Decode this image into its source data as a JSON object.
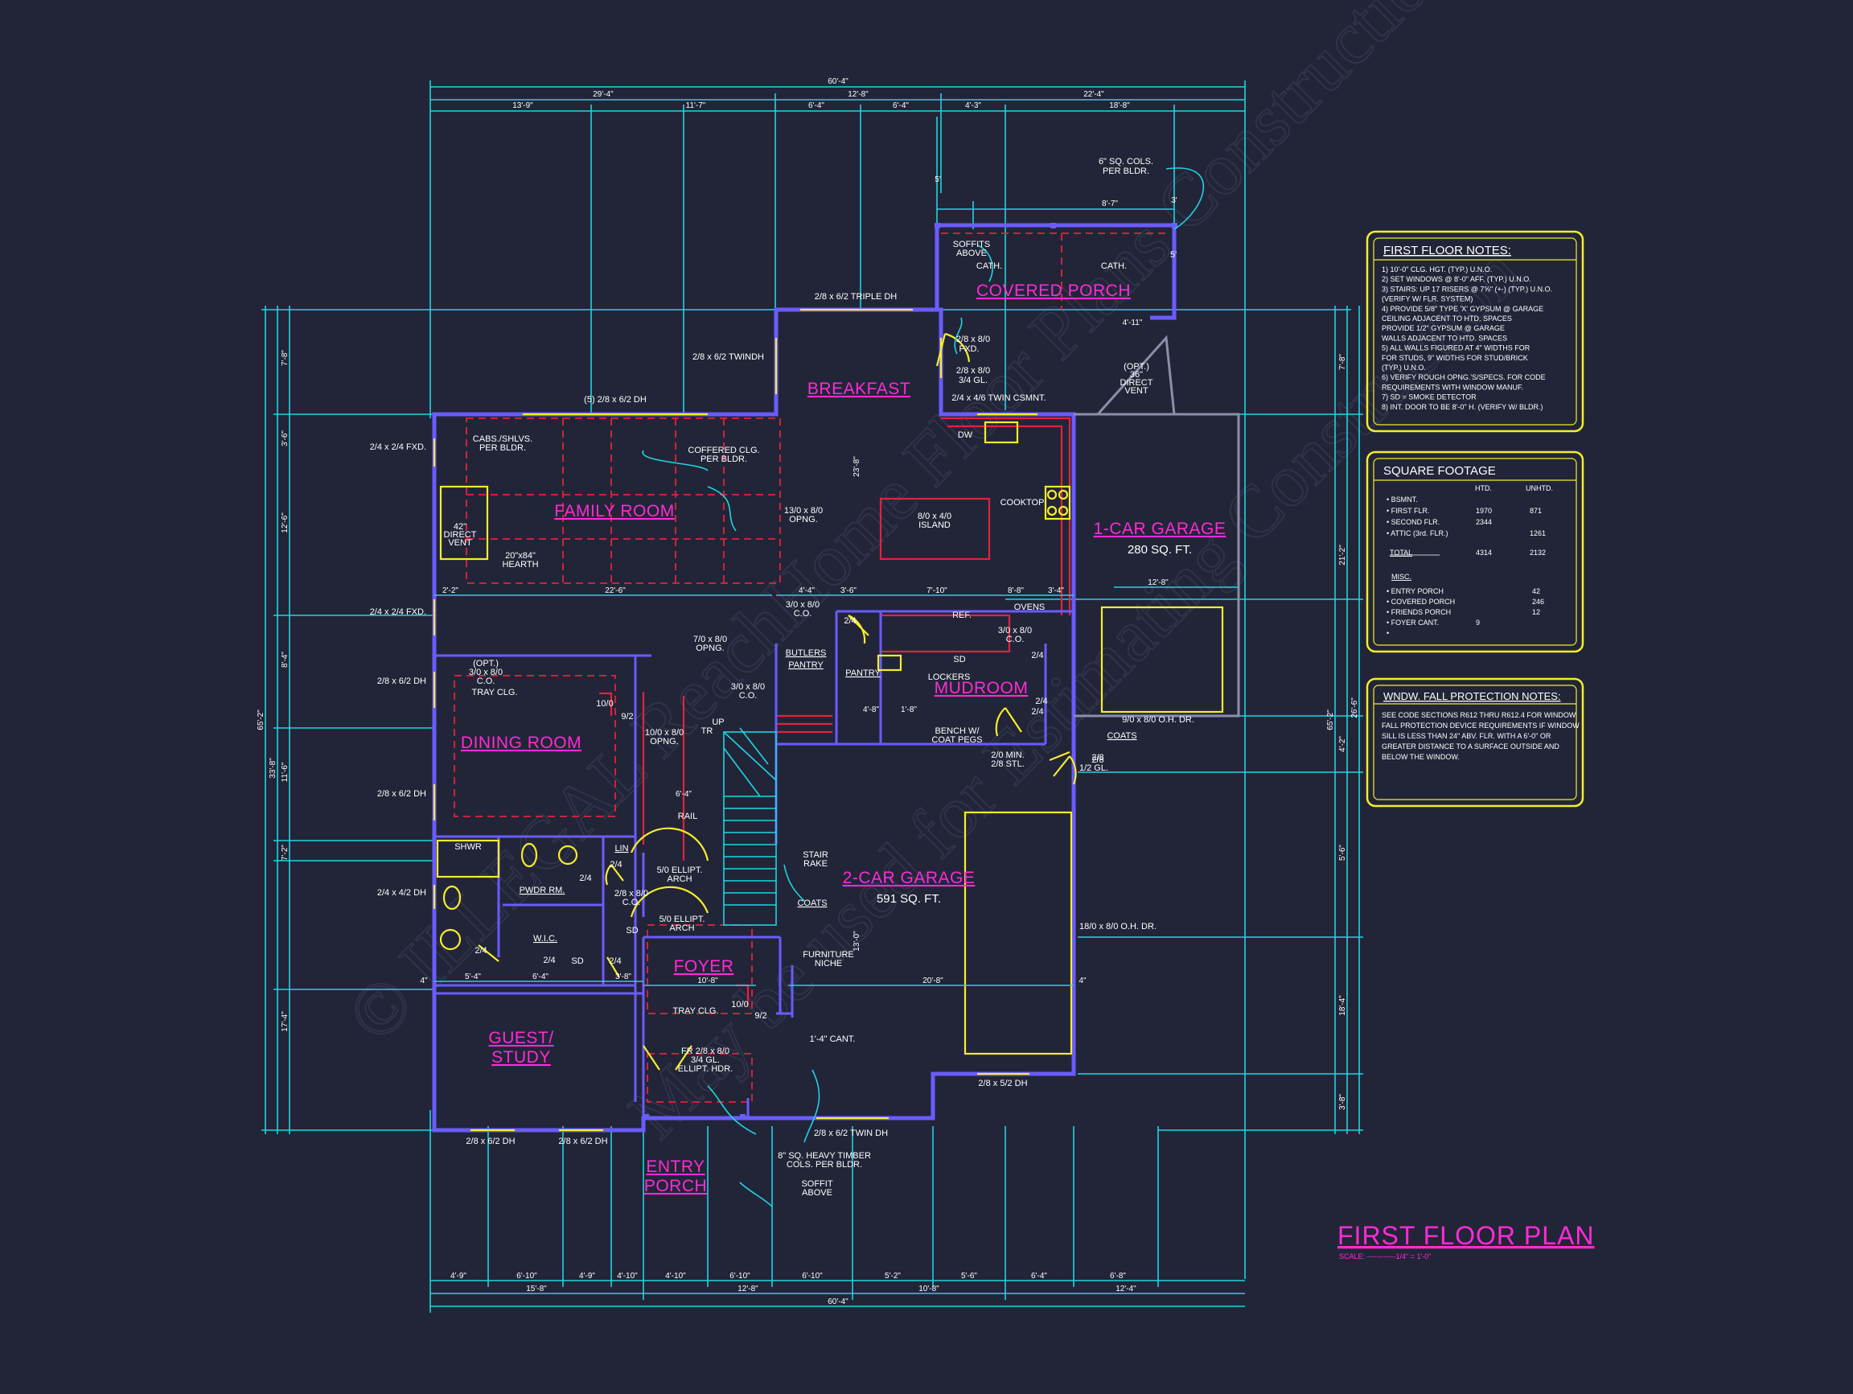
{
  "plan": {
    "title": "FIRST FLOOR PLAN",
    "scale": "SCALE: ------------1/4\" = 1'-0\"",
    "watermark_1": "© ILLEGAL ReachHome Floor Plans Construction",
    "watermark_2": "May be used for Estimating Construction"
  },
  "rooms": {
    "covered_porch": "COVERED PORCH",
    "breakfast": "BREAKFAST",
    "family_room": "FAMILY ROOM",
    "one_car_garage": "1-CAR GARAGE",
    "one_car_garage_sqft": "280 SQ. FT.",
    "dining_room": "DINING ROOM",
    "mudroom": "MUDROOM",
    "two_car_garage": "2-CAR GARAGE",
    "two_car_garage_sqft": "591 SQ. FT.",
    "foyer": "FOYER",
    "guest_study_1": "GUEST/",
    "guest_study_2": "STUDY",
    "entry_porch_1": "ENTRY",
    "entry_porch_2": "PORCH",
    "butlers_pantry_1": "BUTLERS",
    "butlers_pantry_2": "PANTRY",
    "pantry": "PANTRY",
    "powder_room": "PWDR RM.",
    "wic": "W.I.C.",
    "lin": "LIN",
    "coats_1": "COATS",
    "coats_2": "COATS"
  },
  "labels": {
    "sq_cols": "6\" SQ. COLS.",
    "per_bldr": "PER BLDR.",
    "soffits": "SOFFITS",
    "above": "ABOVE",
    "cath_1": "CATH.",
    "cath_2": "CATH.",
    "triple_dh": "2/8 x 6/2 TRIPLE DH",
    "twindh_top": "2/8 x 6/2 TWINDH",
    "five_dh": "(5) 2/8 x 6/2 DH",
    "fxd_side": "2/8 x 8/0",
    "fxd_side2": "FXD.",
    "gl_34": "2/8 x 8/0",
    "gl_34b": "3/4 GL.",
    "twin_csmnt": "2/4 x 4/6 TWIN CSMNT.",
    "direct_vent_a": "(OPT.)",
    "direct_vent_b": "36\"",
    "direct_vent_c": "DIRECT",
    "direct_vent_d": "VENT",
    "fxd_24_1": "2/4 x 2/4 FXD.",
    "cabs_1": "CABS./SHLVS.",
    "cabs_2": "PER BLDR.",
    "coffered_1": "COFFERED CLG.",
    "coffered_2": "PER BLDR.",
    "dw": "DW",
    "cooktop": "COOKTOP",
    "island_1": "8/0 x 4/0",
    "island_2": "ISLAND",
    "opng_1310_a": "13/0 x 8/0",
    "opng_1310_b": "OPNG.",
    "vent42_a": "42\"",
    "vent42_b": "DIRECT",
    "vent42_c": "VENT",
    "hearth_a": "20\"x84\"",
    "hearth_b": "HEARTH",
    "fxd_24_2": "2/4 x 2/4 FXD.",
    "co_310_a": "3/0 x 8/0",
    "co_310_b": "C.O.",
    "ref": "REF.",
    "ovens": "OVENS",
    "co_310_c": "3/0 x 8/0",
    "co_310_d": "C.O.",
    "opng_710_a": "7/0 x 8/0",
    "opng_710_b": "OPNG.",
    "opt_co_a": "(OPT.)",
    "opt_co_b": "3/0 x 8/0",
    "opt_co_c": "C.O.",
    "tray_clg_1": "TRAY CLG.",
    "dh_dining_1": "2/8 x 6/2 DH",
    "dh_dining_2": "2/8 x 6/2 DH",
    "co_310_e": "3/0 x 8/0",
    "co_310_f": "C.O.",
    "lockers": "LOCKERS",
    "bench_1": "BENCH W/",
    "bench_2": "COAT PEGS",
    "garage_door_1": "9/0 x 8/0 O.H. DR.",
    "stl_1": "2/0 MIN.",
    "stl_2": "2/8 STL.",
    "gl_12a": "2/8",
    "gl_12b": "1/2 GL.",
    "opng_1010_a": "10/0 x 8/0",
    "opng_1010_b": "OPNG.",
    "up": "UP",
    "rail": "RAIL",
    "stair_rake_1": "STAIR",
    "stair_rake_2": "RAKE",
    "shwr": "SHWR",
    "dh_42": "2/4 x 4/2 DH",
    "ellipt_arch_1a": "5/0 ELLIPT.",
    "ellipt_arch_1b": "ARCH",
    "co_28_a": "2/8 x 8/0",
    "co_28_b": "C.O.",
    "ellipt_arch_2a": "5/0 ELLIPT.",
    "ellipt_arch_2b": "ARCH",
    "furniture_1": "FURNITURE",
    "furniture_2": "NICHE",
    "garage_door_2": "18/0 x 8/0 O.H. DR.",
    "tray_clg_2": "TRAY CLG.",
    "cant": "1'-4\" CANT.",
    "fr_door_1": "FR 2/8 x 8/0",
    "fr_door_2": "3/4 GL.",
    "fr_door_3": "ELLIPT. HDR.",
    "dh_garage_bot": "2/8 x 5/2 DH",
    "dh_study_1": "2/8 x 6/2 DH",
    "dh_study_2": "2/8 x 6/2 DH",
    "twin_dh_bot": "2/8 x 6/2 TWIN DH",
    "timber_1": "8\" SQ. HEAVY TIMBER",
    "timber_2": "COLS. PER BLDR.",
    "soffit_1": "SOFFIT",
    "soffit_2": "ABOVE",
    "dh_side_1": "2/8 x 6/2 DH",
    "sd": "SD",
    "s_1010": "10/0",
    "s_92": "9/2",
    "s_24a": "2/4",
    "s_24b": "2/4",
    "s_24c": "2/4",
    "s_24d": "2/4",
    "s_24e": "2/4",
    "s_24f": "2/4",
    "s_24g": "2/4",
    "s_24h": "2/4",
    "s_24i": "2/4",
    "s_2o": "2/8",
    "s_92b": "9/2",
    "s_1010b": "10/0",
    "tr": "TR"
  },
  "dimensions": {
    "overall_top": "60'-4\"",
    "top_a": "29'-4\"",
    "top_b": "12'-8\"",
    "top_c": "22'-4\"",
    "top_d1": "13'-9\"",
    "top_d2": "11'-7\"",
    "top_d3": "6'-4\"",
    "top_d4": "6'-4\"",
    "top_d5": "4'-3\"",
    "top_d6": "18'-8\"",
    "porch_w": "8'-7\"",
    "porch_side": "5'",
    "porch_side2": "3'",
    "porch_d1": "4'-11\"",
    "overall_bot": "60'-4\"",
    "bot_a": "15'-8\"",
    "bot_b": "12'-8\"",
    "bot_c": "10'-8\"",
    "bot_d": "12'-4\"",
    "bot_e1": "4'-9\"",
    "bot_e2": "6'-10\"",
    "bot_e3": "4'-9\"",
    "bot_e4": "4'-10\"",
    "bot_e5": "4'-10\"",
    "bot_e6": "6'-10\"",
    "bot_e7": "6'-10\"",
    "bot_e8": "5'-2\"",
    "bot_e9": "5'-6\"",
    "bot_e10": "6'-4\"",
    "bot_e11": "6'-8\"",
    "left_total": "65'-2\"",
    "left_a": "33'-8\"",
    "left_b1": "7'-8\"",
    "left_b2": "3'-6\"",
    "left_b3": "12'-6\"",
    "left_b4": "8'-4\"",
    "left_b5": "11'-6\"",
    "left_b6": "7'-2\"",
    "left_b7": "17'-4\"",
    "right_total": "65'-2\"",
    "right_a": "7'-8\"",
    "right_b": "21'-2\"",
    "right_c": "4'-2\"",
    "right_d": "26'-6\"",
    "right_e": "5'-6\"",
    "right_f": "18'-4\"",
    "right_g": "3'-8\"",
    "int_1": "22'-6\"",
    "int_2": "2'-2\"",
    "int_3": "4'-4\"",
    "int_4": "3'-6\"",
    "int_5": "7'-10\"",
    "int_6": "8'-8\"",
    "int_7": "3'-4\"",
    "int_8": "12'-8\"",
    "int_9": "23'-8\"",
    "int_10": "5'-4\"",
    "int_11": "6'-4\"",
    "int_12": "3'-8\"",
    "int_13": "10'-8\"",
    "int_14": "20'-8\"",
    "int_15": "6'-4\"",
    "int_16": "4'-8\"",
    "int_17": "1'-8\"",
    "int_18": "4\"",
    "int_19": "4\"",
    "int_20": "13'-0\""
  },
  "notes": {
    "title": "FIRST FLOOR NOTES:",
    "lines": [
      "1) 10'-0\" CLG. HGT. (TYP.) U.N.O.",
      "2) SET WINDOWS @ 8'-0\" AFF. (TYP.) U.N.O.",
      "3) STAIRS: UP 17 RISERS @ 7⅝\" (+-) (TYP.) U.N.O.",
      "   (VERIFY W/ FLR. SYSTEM)",
      "4) PROVIDE 5/8\" TYPE 'X' GYPSUM @ GARAGE",
      "   CEILING ADJACENT TO HTD. SPACES",
      "   PROVIDE 1/2\" GYPSUM @ GARAGE",
      "   WALLS ADJACENT TO HTD. SPACES",
      "5) ALL WALLS FIGURED AT 4\" WIDTHS FOR",
      "   FOR STUDS, 9\" WIDTHS FOR STUD/BRICK",
      "   (TYP.) U.N.O.",
      "6) VERIFY ROUGH OPNG.'S/SPECS. FOR CODE",
      "   REQUIREMENTS WITH WINDOW MANUF.",
      "7) SD = SMOKE DETECTOR",
      "8) INT. DOOR TO BE 8'-0\" H. (VERIFY W/ BLDR.)"
    ]
  },
  "square_footage": {
    "title": "SQUARE FOOTAGE",
    "col_htd": "HTD.",
    "col_unhtd": "UNHTD.",
    "rows": [
      {
        "name": "BSMNT.",
        "htd": "",
        "unhtd": ""
      },
      {
        "name": "FIRST FLR.",
        "htd": "1970",
        "unhtd": "871"
      },
      {
        "name": "SECOND FLR.",
        "htd": "2344",
        "unhtd": ""
      },
      {
        "name": "ATTIC (3rd. FLR.)",
        "htd": "",
        "unhtd": "1261"
      }
    ],
    "total_label": "TOTAL",
    "total_htd": "4314",
    "total_unhtd": "2132",
    "misc_label": "MISC.",
    "misc": [
      {
        "name": "ENTRY PORCH",
        "val": "42"
      },
      {
        "name": "COVERED PORCH",
        "val": "246"
      },
      {
        "name": "FRIENDS PORCH",
        "val": "12"
      },
      {
        "name": "FOYER CANT.",
        "val": "9"
      }
    ]
  },
  "window_notes": {
    "title": "WNDW. FALL PROTECTION NOTES:",
    "lines": [
      "SEE CODE SECTIONS R612 THRU R612.4 FOR WINDOW",
      "FALL PROTECTION DEVICE REQUIREMENTS IF WINDOW",
      "SILL IS LESS THAN 24\" ABV. FLR. WITH A 6'-0\" OR",
      "GREATER DISTANCE TO A SURFACE OUTSIDE AND",
      "BELOW THE WINDOW."
    ]
  },
  "colors": {
    "background": "#222538",
    "dimension": "#20d4e0",
    "wall": "#6a5cff",
    "room_label": "#ff2bd6",
    "beam": "#e0243c",
    "fixture": "#f4ee2c"
  }
}
